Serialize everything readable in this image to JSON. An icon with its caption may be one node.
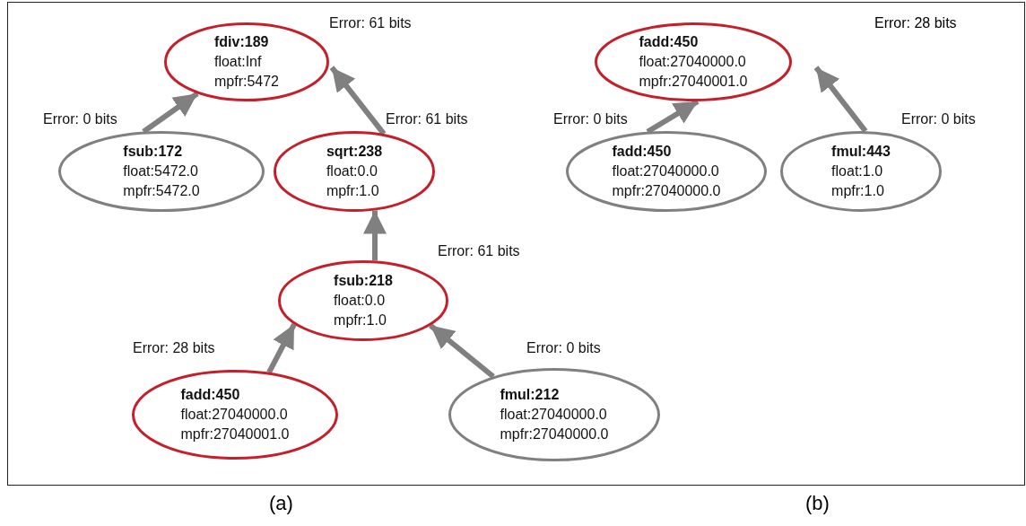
{
  "diagram": {
    "nodes": [
      {
        "text": [
          "fdiv:189",
          "float:Inf",
          "mpfr:5472"
        ],
        "beside": [
          "Error: 61 bits"
        ]
      },
      {
        "text": [
          "fsub:172",
          "float:5472.0",
          "mpfr:5472.0"
        ],
        "beside": [
          "Error: 0 bits"
        ]
      },
      {
        "text": [
          "sqrt:238",
          "float:0.0",
          "mpfr:1.0"
        ],
        "beside": [
          "Error: 61 bits"
        ]
      },
      {
        "text": [
          "fsub:218",
          "float:0.0",
          "mpfr:1.0"
        ],
        "beside": [
          "Error: 61 bits"
        ]
      },
      {
        "text": [
          "fadd:450",
          "float:27040000.0",
          "mpfr:27040001.0"
        ],
        "beside": [
          "Error: 28 bits"
        ]
      },
      {
        "text": [
          "fmul:212",
          "float:27040000.0",
          "mpfr:27040000.0"
        ],
        "beside": [
          "Error: 0 bits"
        ]
      },
      {
        "text": [
          "fadd:450",
          "float:27040000.0",
          "mpfr:27040001.0"
        ]
      },
      {
        "text": [
          "fadd:450",
          "float:27040000.0",
          "mpfr:27040000.0"
        ],
        "beside": [
          "Error: 0 bits"
        ]
      },
      {
        "text": [
          "fmul:443",
          "float:1.0",
          "mpfr:1.0"
        ],
        "beside": [
          "Error: 0 bits"
        ]
      }
    ],
    "edges": [
      {
        "from": 1,
        "to": 0,
        "arrow": "to"
      },
      {
        "from": 2,
        "to": 0,
        "arrow": "to"
      },
      {
        "from": 3,
        "to": 2,
        "arrow": "to"
      },
      {
        "from": 4,
        "to": 3,
        "arrow": "to"
      },
      {
        "from": 5,
        "to": 3,
        "arrow": "to"
      },
      {
        "from": 7,
        "to": 6,
        "arrow": "to"
      },
      {
        "from": 8,
        "to": 6,
        "arrow": "to"
      }
    ],
    "labels": [
      "Error: 28 bits",
      "(a)",
      "(b)"
    ]
  }
}
